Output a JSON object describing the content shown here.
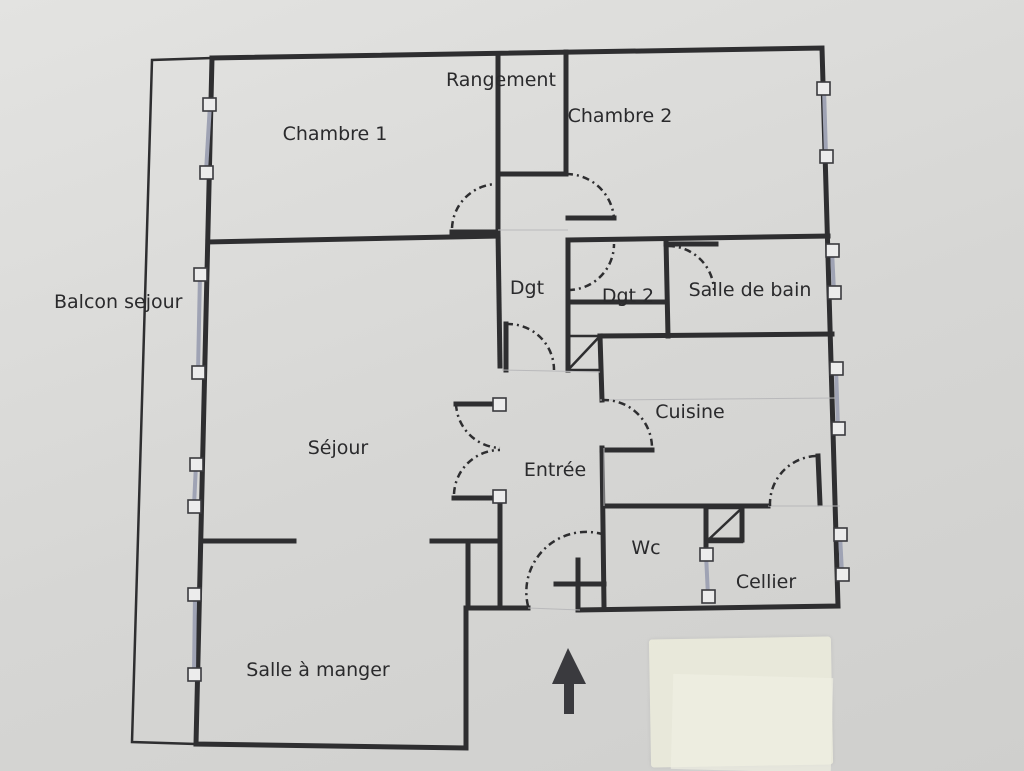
{
  "rooms": {
    "chambre1": "Chambre 1",
    "rangement": "Rangement",
    "chambre2": "Chambre 2",
    "balcon": "Balcon sejour",
    "dgt": "Dgt",
    "dgt2": "Dgt 2",
    "salle_de_bain": "Salle de bain",
    "sejour": "Séjour",
    "cuisine": "Cuisine",
    "entree": "Entrée",
    "wc": "Wc",
    "cellier": "Cellier",
    "salle_a_manger": "Salle à manger"
  },
  "icons": {
    "entrance_arrow": "arrow-up-icon"
  },
  "colors": {
    "wall": "#2e2e30",
    "paper": "#dcdcda",
    "window": "#9fa3b4"
  }
}
